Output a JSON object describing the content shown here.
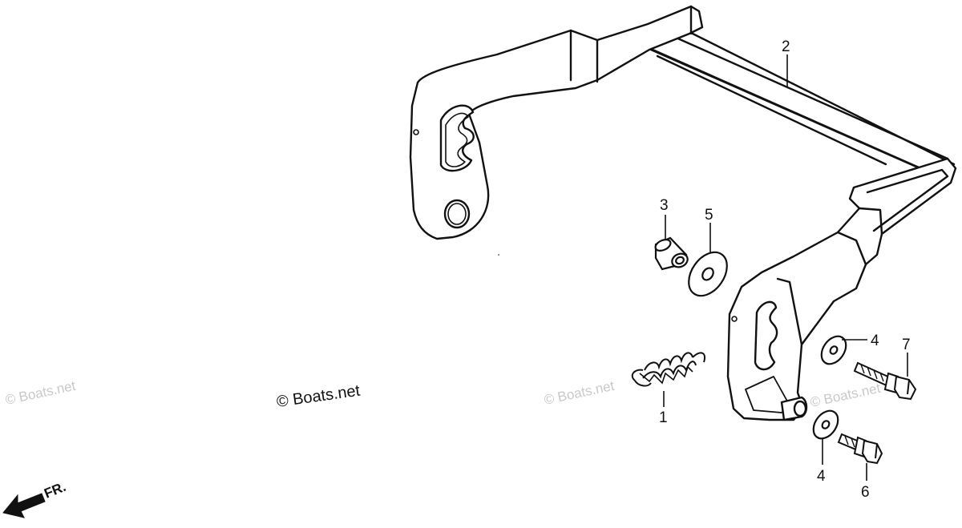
{
  "callouts": {
    "c1": "1",
    "c2": "2",
    "c3": "3",
    "c4a": "4",
    "c4b": "4",
    "c5": "5",
    "c6": "6",
    "c7": "7"
  },
  "watermarks": {
    "main": "© Boats.net",
    "faint": "© Boats.net"
  },
  "direction": {
    "label": "FR."
  },
  "parts": {
    "spring": "spring",
    "handle": "handle-bracket",
    "collar": "collar",
    "washer_large": "washer",
    "washer_small": "washer",
    "bolt_short": "bolt",
    "bolt_long": "bolt"
  }
}
